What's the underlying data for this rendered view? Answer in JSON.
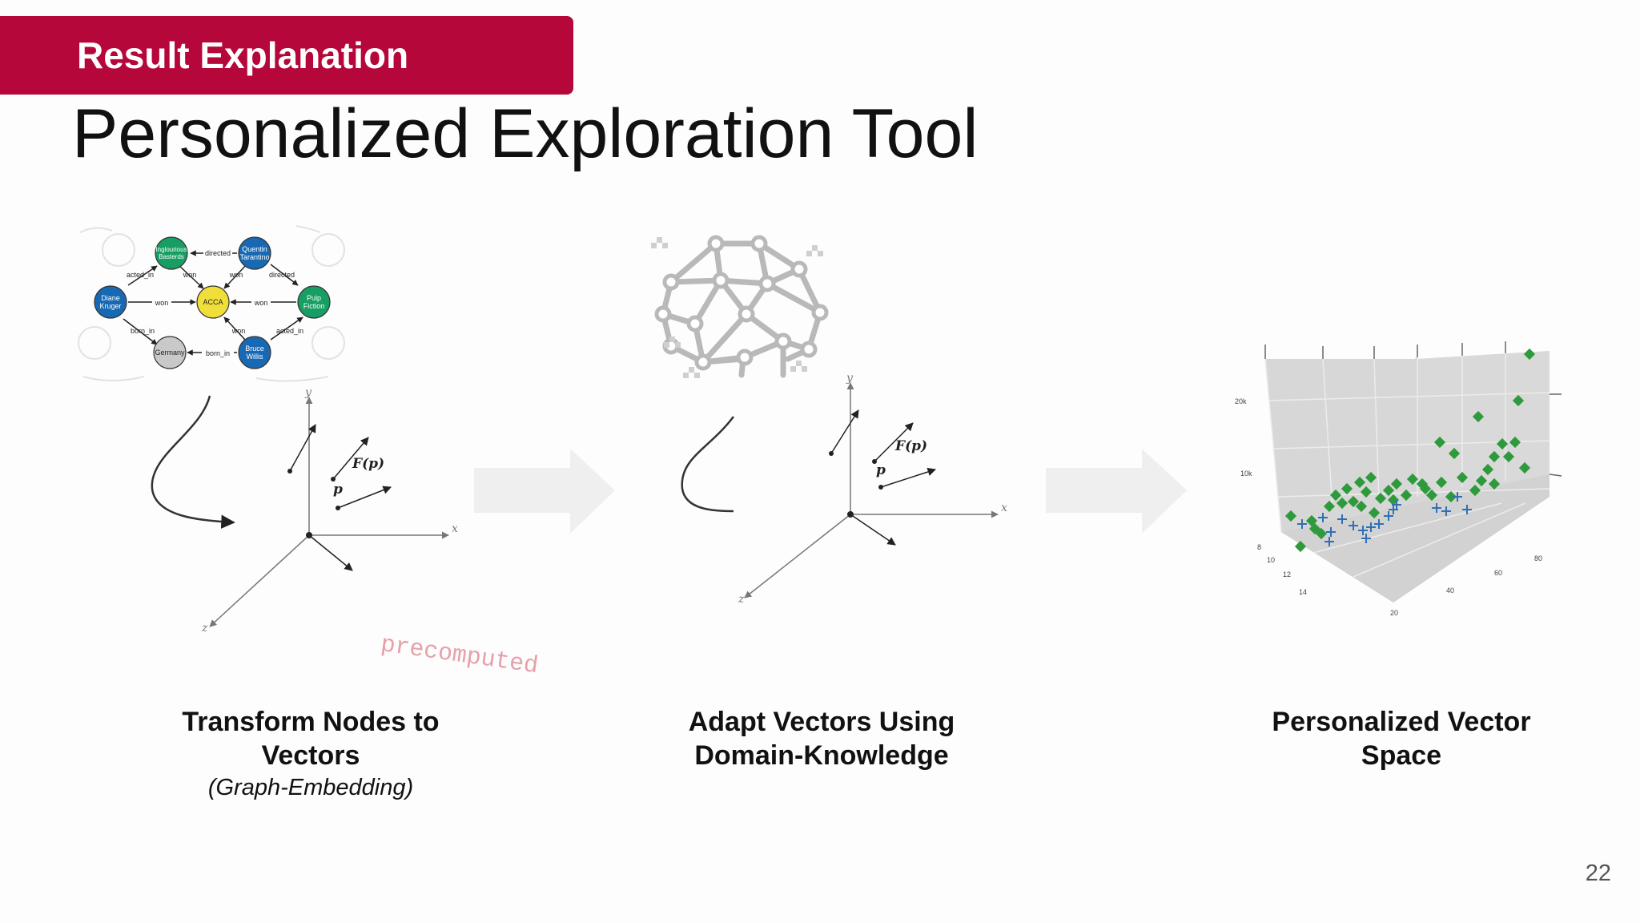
{
  "header": {
    "section_label": "Result Explanation",
    "title": "Personalized Exploration Tool"
  },
  "graph": {
    "nodes": [
      {
        "label1": "Inglourious",
        "label2": "Basterds",
        "color": "#169e63"
      },
      {
        "label1": "Quentin",
        "label2": "Tarantino",
        "color": "#1769b3"
      },
      {
        "label1": "Diane",
        "label2": "Kruger",
        "color": "#1769b3"
      },
      {
        "label1": "ACCA",
        "label2": "",
        "color": "#f0de3a"
      },
      {
        "label1": "Pulp",
        "label2": "Fiction",
        "color": "#169e63"
      },
      {
        "label1": "Germany",
        "label2": "",
        "color": "#c9c9c9"
      },
      {
        "label1": "Bruce",
        "label2": "Willis",
        "color": "#1769b3"
      }
    ],
    "edges": [
      "directed",
      "acted_in",
      "won",
      "won",
      "directed",
      "won",
      "won",
      "born_in",
      "won",
      "acted_in",
      "born_in"
    ]
  },
  "axes": {
    "x": "x",
    "y": "y",
    "z": "z",
    "f_label": "F(p)",
    "p_label": "p"
  },
  "precomputed_label": "precomputed",
  "scatter": {
    "z_ticks": [
      "20k",
      "10k"
    ],
    "x_ticks": [
      "8",
      "10",
      "12",
      "14"
    ],
    "y_ticks": [
      "20",
      "40",
      "60",
      "80"
    ],
    "colors": {
      "diamond": "#2f9a3b",
      "cross": "#2f6fb5"
    }
  },
  "steps": [
    {
      "line1": "Transform Nodes to",
      "line2": "Vectors",
      "sub": "(Graph-Embedding)"
    },
    {
      "line1": "Adapt Vectors Using",
      "line2": "Domain-Knowledge",
      "sub": ""
    },
    {
      "line1": "Personalized Vector",
      "line2": "Space",
      "sub": ""
    }
  ],
  "page_number": "22"
}
